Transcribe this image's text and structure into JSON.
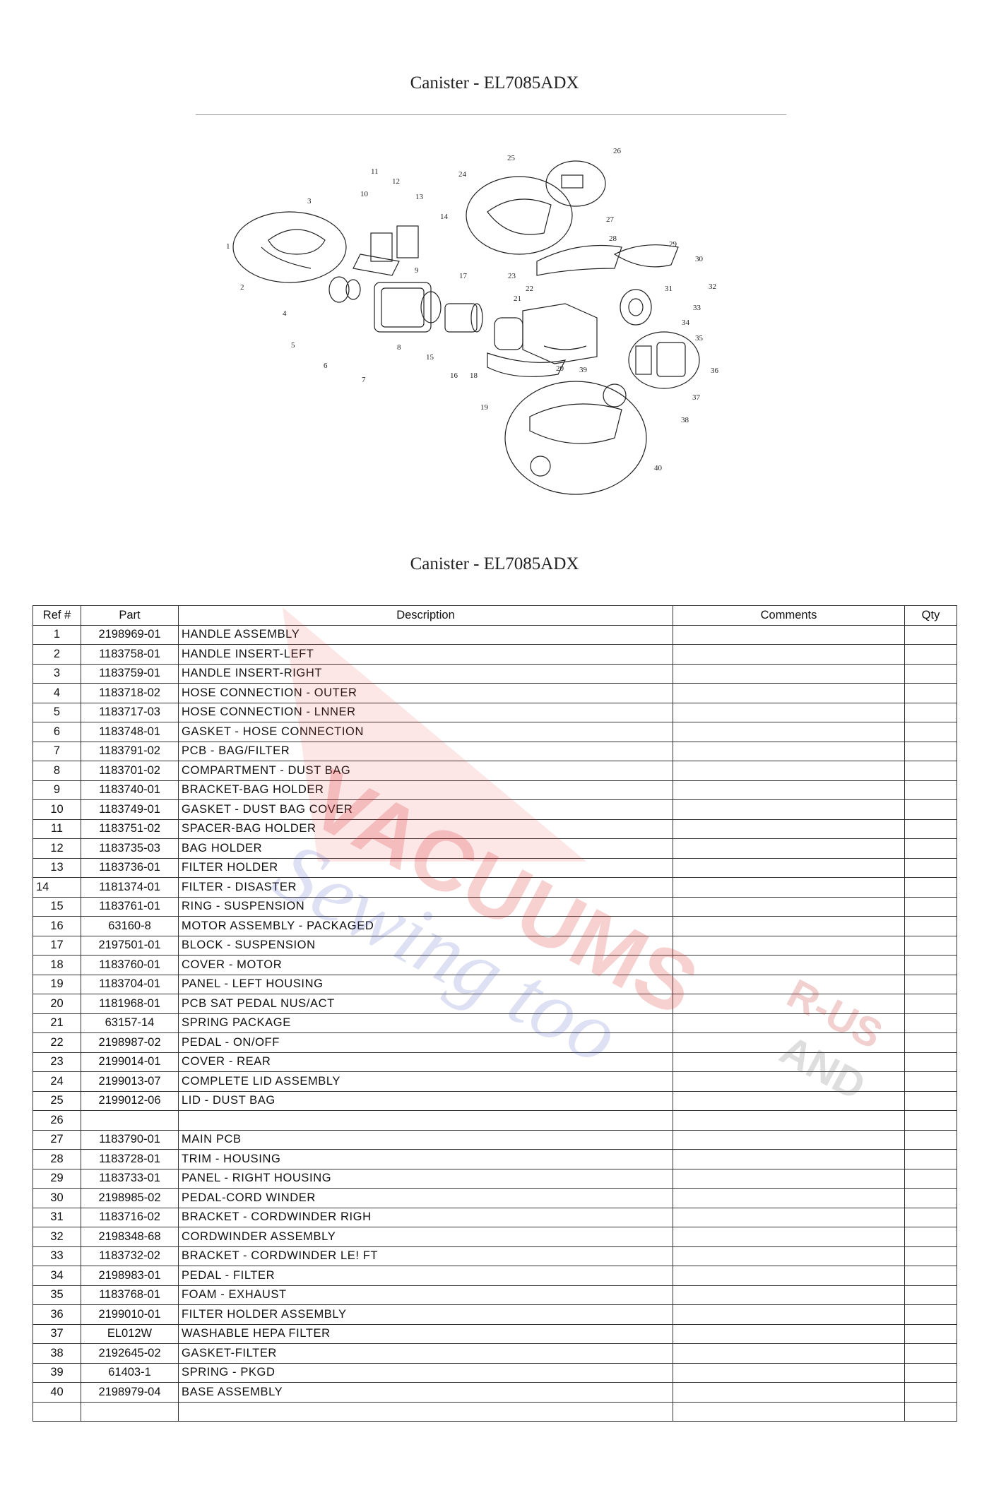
{
  "header": {
    "title": "Canister - EL7085ADX"
  },
  "table_section": {
    "title": "Canister - EL7085ADX"
  },
  "diagram": {
    "callouts": [
      "1",
      "2",
      "3",
      "4",
      "5",
      "6",
      "7",
      "8",
      "9",
      "10",
      "11",
      "12",
      "13",
      "14",
      "15",
      "16",
      "17",
      "18",
      "19",
      "20",
      "21",
      "22",
      "23",
      "24",
      "25",
      "26",
      "27",
      "28",
      "29",
      "30",
      "31",
      "32",
      "33",
      "34",
      "35",
      "36",
      "37",
      "38",
      "39",
      "40"
    ]
  },
  "watermark": {
    "line1": "VACUUMS",
    "line2": "Sewing too",
    "r_us": "R-US",
    "and": "AND"
  },
  "table": {
    "headers": [
      "Ref #",
      "Part",
      "Description",
      "Comments",
      "Qty"
    ],
    "rows": [
      {
        "ref": "1",
        "part": "2198969-01",
        "desc": "HANDLE ASSEMBLY",
        "comments": "",
        "qty": ""
      },
      {
        "ref": "2",
        "part": "1183758-01",
        "desc": "HANDLE INSERT-LEFT",
        "comments": "",
        "qty": ""
      },
      {
        "ref": "3",
        "part": "1183759-01",
        "desc": "HANDLE INSERT-RIGHT",
        "comments": "",
        "qty": ""
      },
      {
        "ref": "4",
        "part": "1183718-02",
        "desc": "HOSE CONNECTION - OUTER",
        "comments": "",
        "qty": ""
      },
      {
        "ref": "5",
        "part": "1183717-03",
        "desc": "HOSE CONNECTION - LNNER",
        "comments": "",
        "qty": ""
      },
      {
        "ref": "6",
        "part": "1183748-01",
        "desc": "GASKET - HOSE CONNECTION",
        "comments": "",
        "qty": ""
      },
      {
        "ref": "7",
        "part": "1183791-02",
        "desc": "PCB - BAG/FILTER",
        "comments": "",
        "qty": ""
      },
      {
        "ref": "8",
        "part": "1183701-02",
        "desc": "COMPARTMENT - DUST BAG",
        "comments": "",
        "qty": ""
      },
      {
        "ref": "9",
        "part": "1183740-01",
        "desc": "BRACKET-BAG HOLDER",
        "comments": "",
        "qty": ""
      },
      {
        "ref": "10",
        "part": "1183749-01",
        "desc": "GASKET - DUST BAG COVER",
        "comments": "",
        "qty": ""
      },
      {
        "ref": "11",
        "part": "1183751-02",
        "desc": "SPACER-BAG HOLDER",
        "comments": "",
        "qty": ""
      },
      {
        "ref": "12",
        "part": "1183735-03",
        "desc": "BAG HOLDER",
        "comments": "",
        "qty": ""
      },
      {
        "ref": "13",
        "part": "1183736-01",
        "desc": "FILTER HOLDER",
        "comments": "",
        "qty": ""
      },
      {
        "ref": "14",
        "part": "1181374-01",
        "desc": "FILTER - DISASTER",
        "comments": "",
        "qty": ""
      },
      {
        "ref": "15",
        "part": "1183761-01",
        "desc": "RING - SUSPENSION",
        "comments": "",
        "qty": ""
      },
      {
        "ref": "16",
        "part": "63160-8",
        "desc": "MOTOR ASSEMBLY - PACKAGED",
        "comments": "",
        "qty": ""
      },
      {
        "ref": "17",
        "part": "2197501-01",
        "desc": "BLOCK - SUSPENSION",
        "comments": "",
        "qty": ""
      },
      {
        "ref": "18",
        "part": "1183760-01",
        "desc": "COVER - MOTOR",
        "comments": "",
        "qty": ""
      },
      {
        "ref": "19",
        "part": "1183704-01",
        "desc": "PANEL - LEFT HOUSING",
        "comments": "",
        "qty": ""
      },
      {
        "ref": "20",
        "part": "1181968-01",
        "desc": "PCB SAT PEDAL NUS/ACT",
        "comments": "",
        "qty": ""
      },
      {
        "ref": "21",
        "part": "63157-14",
        "desc": "SPRING PACKAGE",
        "comments": "",
        "qty": ""
      },
      {
        "ref": "22",
        "part": "2198987-02",
        "desc": "PEDAL - ON/OFF",
        "comments": "",
        "qty": ""
      },
      {
        "ref": "23",
        "part": "2199014-01",
        "desc": "COVER - REAR",
        "comments": "",
        "qty": ""
      },
      {
        "ref": "24",
        "part": "2199013-07",
        "desc": "COMPLETE LID ASSEMBLY",
        "comments": "",
        "qty": ""
      },
      {
        "ref": "25",
        "part": "2199012-06",
        "desc": "LID - DUST BAG",
        "comments": "",
        "qty": ""
      },
      {
        "ref": "26",
        "part": "",
        "desc": "",
        "comments": "",
        "qty": ""
      },
      {
        "ref": "27",
        "part": "1183790-01",
        "desc": "MAIN PCB",
        "comments": "",
        "qty": ""
      },
      {
        "ref": "28",
        "part": "1183728-01",
        "desc": "TRIM - HOUSING",
        "comments": "",
        "qty": ""
      },
      {
        "ref": "29",
        "part": "1183733-01",
        "desc": "PANEL - RIGHT HOUSING",
        "comments": "",
        "qty": ""
      },
      {
        "ref": "30",
        "part": "2198985-02",
        "desc": "PEDAL-CORD WINDER",
        "comments": "",
        "qty": ""
      },
      {
        "ref": "31",
        "part": "1183716-02",
        "desc": "BRACKET - CORDWINDER RIGH",
        "comments": "",
        "qty": ""
      },
      {
        "ref": "32",
        "part": "2198348-68",
        "desc": "CORDWINDER ASSEMBLY",
        "comments": "",
        "qty": ""
      },
      {
        "ref": "33",
        "part": "1183732-02",
        "desc": "BRACKET - CORDWINDER LE! FT",
        "comments": "",
        "qty": ""
      },
      {
        "ref": "34",
        "part": "2198983-01",
        "desc": "PEDAL - FILTER",
        "comments": "",
        "qty": ""
      },
      {
        "ref": "35",
        "part": "1183768-01",
        "desc": "FOAM - EXHAUST",
        "comments": "",
        "qty": ""
      },
      {
        "ref": "36",
        "part": "2199010-01",
        "desc": "FILTER HOLDER ASSEMBLY",
        "comments": "",
        "qty": ""
      },
      {
        "ref": "37",
        "part": "EL012W",
        "desc": "WASHABLE HEPA FILTER",
        "comments": "",
        "qty": ""
      },
      {
        "ref": "38",
        "part": "2192645-02",
        "desc": "GASKET-FILTER",
        "comments": "",
        "qty": ""
      },
      {
        "ref": "39",
        "part": "61403-1",
        "desc": "SPRING - PKGD",
        "comments": "",
        "qty": ""
      },
      {
        "ref": "40",
        "part": "2198979-04",
        "desc": "BASE ASSEMBLY",
        "comments": "",
        "qty": ""
      },
      {
        "ref": "",
        "part": "",
        "desc": "",
        "comments": "",
        "qty": ""
      }
    ]
  }
}
